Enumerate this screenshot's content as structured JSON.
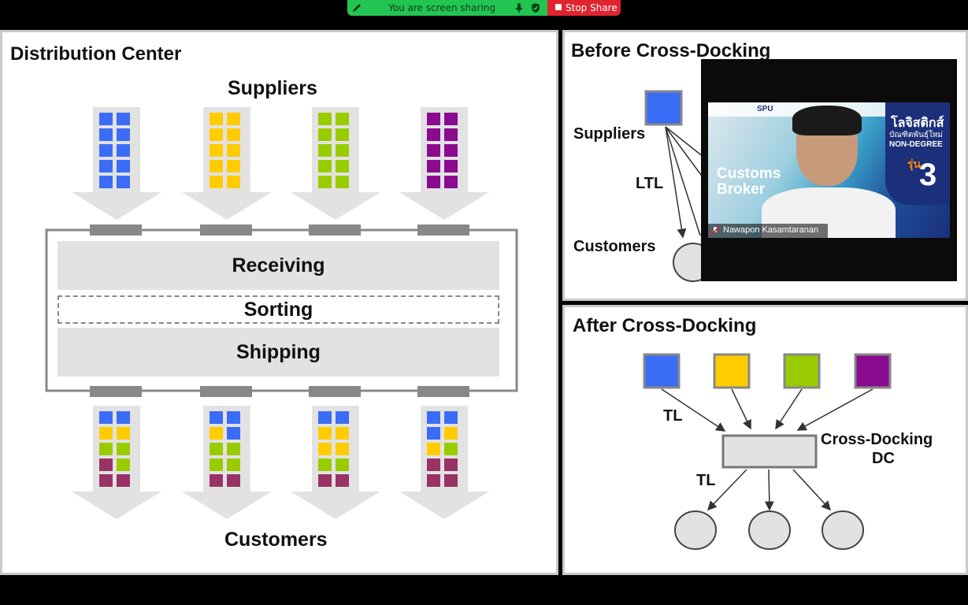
{
  "share_bar": {
    "status_text": "You are screen sharing",
    "stop_label": "Stop Share"
  },
  "colors": {
    "blue": "#3b6cf6",
    "yellow": "#ffcc00",
    "green": "#99cc00",
    "purple": "#8a0b8f",
    "maroon": "#993366"
  },
  "dc": {
    "title": "Distribution Center",
    "suppliers": "Suppliers",
    "receiving": "Receiving",
    "sorting": "Sorting",
    "shipping": "Shipping",
    "customers": "Customers"
  },
  "before": {
    "title": "Before Cross-Docking",
    "suppliers": "Suppliers",
    "ltl": "LTL",
    "customers": "Customers"
  },
  "after": {
    "title": "After Cross-Docking",
    "tl_top": "TL",
    "tl_bottom": "TL",
    "dc_line1": "Cross-Docking",
    "dc_line2": "DC"
  },
  "video": {
    "participant_name": "Nawapon Kasamtaranan",
    "banner_title_line1": "Customs",
    "banner_title_line2": "Broker",
    "banner_right_line1": "โลจิสติกส์",
    "banner_right_line2": "บัณฑิตพันธุ์ใหม่",
    "banner_right_line3": "NON-DEGREE",
    "cohort_label": "รุ่น",
    "cohort_number": "3",
    "logo_text": "SPU"
  }
}
